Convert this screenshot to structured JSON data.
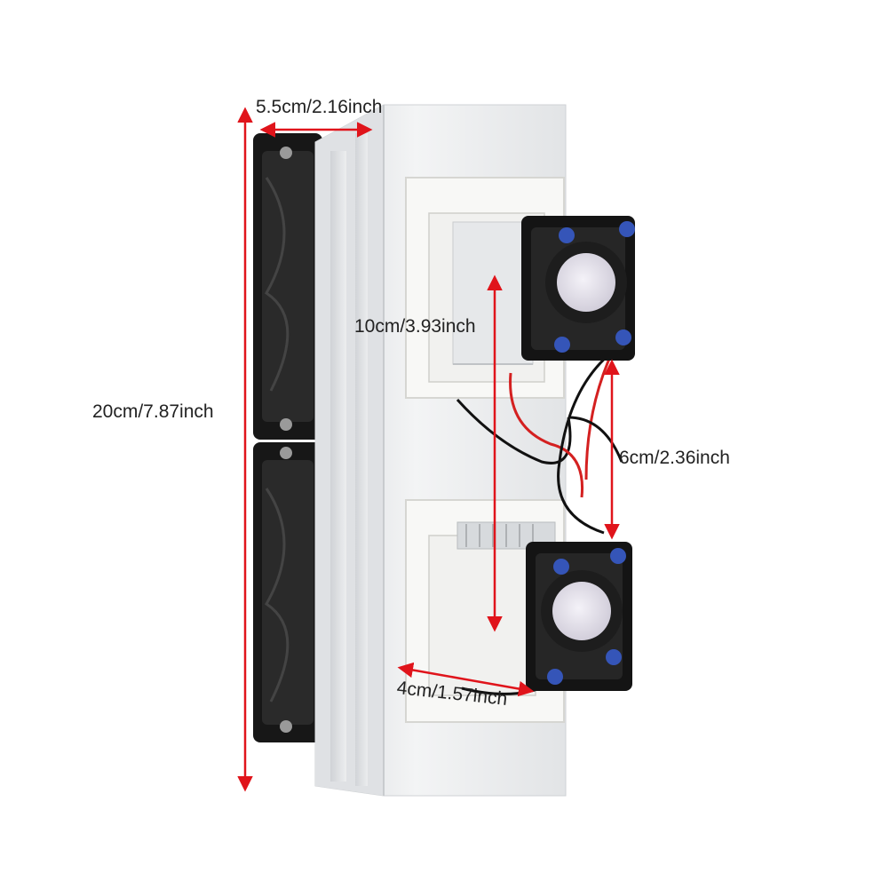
{
  "dimensions": {
    "width_label": "5.5cm/2.16inch",
    "height_label": "20cm/7.87inch",
    "module_label": "10cm/3.93inch",
    "spacing_label": "6cm/2.36inch",
    "base_label": "4cm/1.57inch"
  },
  "colors": {
    "dimension_arrow": "#e0141b",
    "fan_body": "#151515",
    "fan_hub": "#e8e6ee",
    "screw": "#3555b8",
    "aluminum": "#e9ebed",
    "plate": "#f7f7f5"
  }
}
